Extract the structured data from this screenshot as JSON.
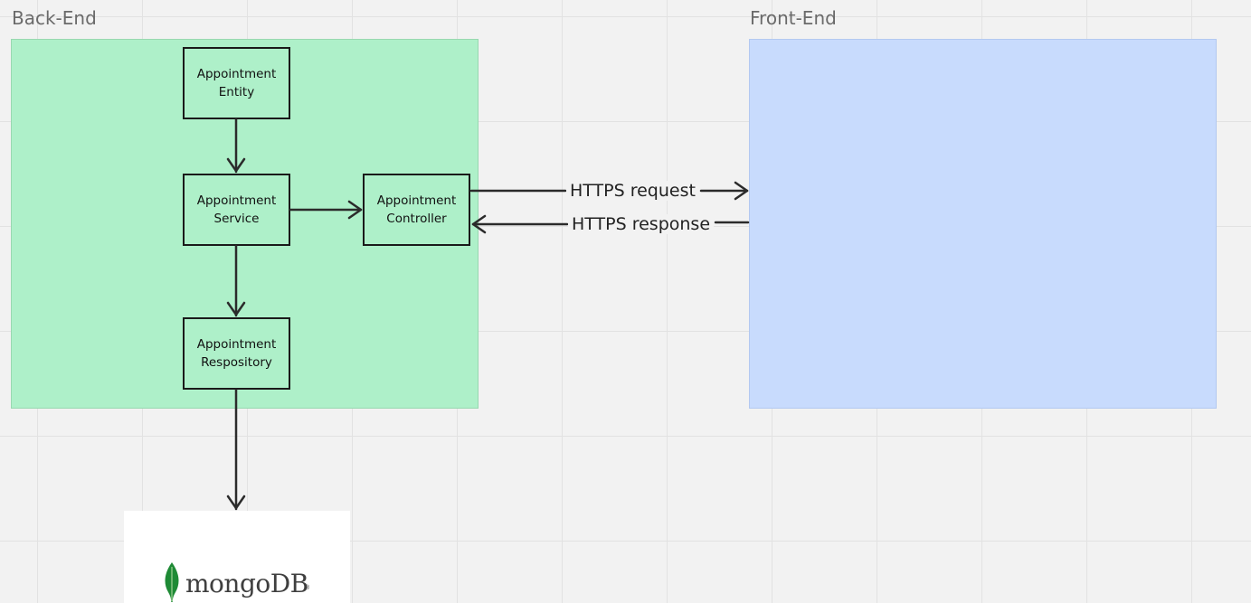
{
  "frames": {
    "backend": {
      "label": "Back-End",
      "color": "#aef0c9"
    },
    "frontend": {
      "label": "Front-End",
      "color": "#c8dbfd"
    }
  },
  "nodes": {
    "entity": "Appointment\nEntity",
    "service": "Appointment\nService",
    "controller": "Appointment\nController",
    "repository": "Appointment\nRespository"
  },
  "edges": {
    "request_label": "HTTPS request",
    "response_label": "HTTPS response"
  },
  "logo": {
    "name": "mongoDB",
    "registered": "®",
    "leaf_color": "#1e8a35"
  }
}
